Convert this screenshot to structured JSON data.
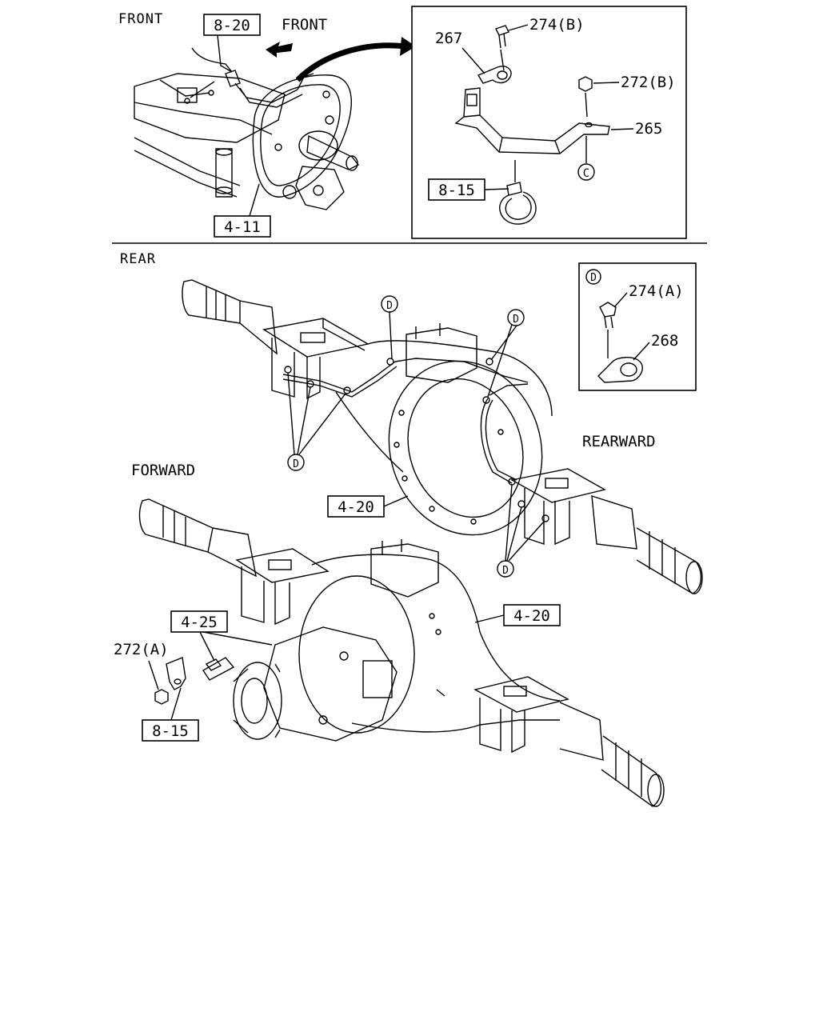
{
  "sections": {
    "front": "FRONT",
    "rear": "REAR"
  },
  "directions": {
    "front": "FRONT",
    "rearward": "REARWARD",
    "forward": "FORWARD"
  },
  "refs": {
    "r_8_20": "8-20",
    "r_4_11": "4-11",
    "r_8_15_top": "8-15",
    "r_4_20_a": "4-20",
    "r_4_20_b": "4-20",
    "r_4_25": "4-25",
    "r_8_15_bot": "8-15"
  },
  "parts": {
    "p274b": "274(B)",
    "p267": "267",
    "p272b": "272(B)",
    "p265": "265",
    "p274a": "274(A)",
    "p268": "268",
    "p272a": "272(A)"
  },
  "markers": {
    "c": "C",
    "d": "D"
  }
}
